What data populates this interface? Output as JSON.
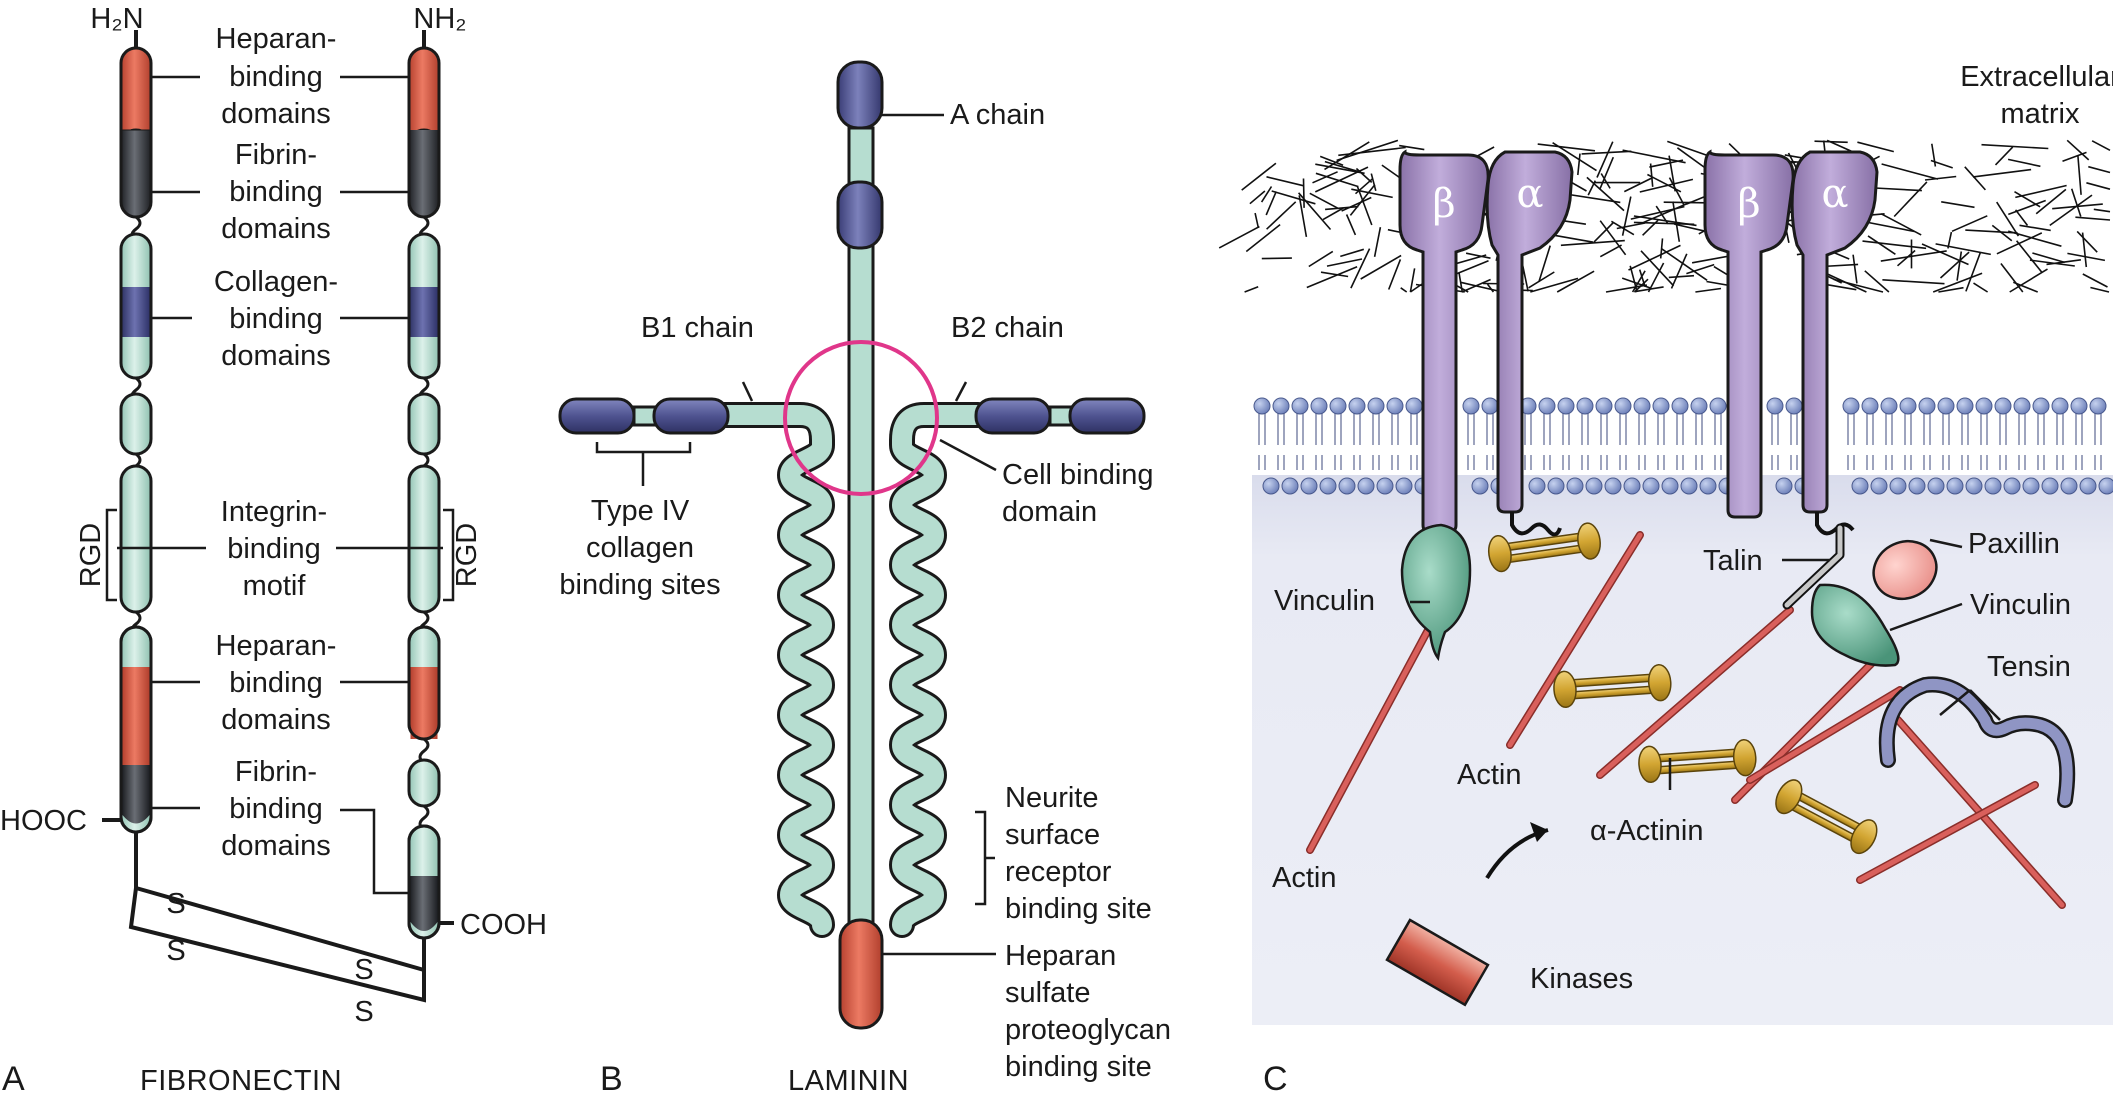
{
  "panels": {
    "a": {
      "letter": "A",
      "title": "FIBRONECTIN",
      "terminals": {
        "left_top": "H₂N",
        "right_top": "NH₂",
        "left_bottom": "HOOC",
        "right_bottom": "COOH"
      },
      "labels": [
        [
          "Heparan-",
          "binding",
          "domains"
        ],
        [
          "Fibrin-",
          "binding",
          "domains"
        ],
        [
          "Collagen-",
          "binding",
          "domains"
        ],
        [
          "Integrin-",
          "binding",
          "motif"
        ],
        [
          "Heparan-",
          "binding",
          "domains"
        ],
        [
          "Fibrin-",
          "binding",
          "domains"
        ]
      ],
      "motif": "RGD",
      "disulfide": "S"
    },
    "b": {
      "letter": "B",
      "title": "LAMININ",
      "labels": {
        "a_chain": "A chain",
        "b1_chain": "B1 chain",
        "b2_chain": "B2 chain",
        "cell_binding": [
          "Cell binding",
          "domain"
        ],
        "type_iv": [
          "Type IV",
          "collagen",
          "binding sites"
        ],
        "neurite": [
          "Neurite",
          "surface",
          "receptor",
          "binding site"
        ],
        "heparan": [
          "Heparan",
          "sulfate",
          "proteoglycan",
          "binding site"
        ]
      }
    },
    "c": {
      "letter": "C",
      "labels": {
        "ecm": [
          "Extracellular",
          "matrix"
        ],
        "beta": "β",
        "alpha": "α",
        "vinculin_left": "Vinculin",
        "vinculin_right": "Vinculin",
        "talin": "Talin",
        "paxillin": "Paxillin",
        "tensin": "Tensin",
        "actin_left": "Actin",
        "actin_mid": "Actin",
        "alpha_actinin": "α-Actinin",
        "kinases": "Kinases"
      }
    }
  },
  "colors": {
    "heparan": "#d45a45",
    "fibrin": "#3a3d42",
    "collagen": "#484e8c",
    "module": "#b6ddd0",
    "laminin_blue": "#4f5390",
    "ring": "#e0368a",
    "integrin": "#a48bc0",
    "lipid_head": "#8a9ccc",
    "cytoplasm": "#e6e8f3",
    "actin": "#d9605c",
    "actinin": "#d2a532",
    "vinculin": "#5ea98e",
    "paxillin": "#f1a5a0",
    "tensin": "#8f95c4"
  }
}
